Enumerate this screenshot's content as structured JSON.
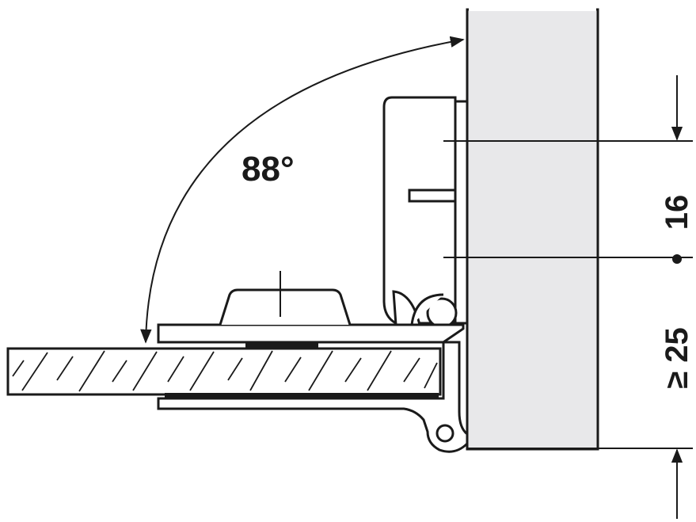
{
  "diagram": {
    "angle_label": "88°",
    "dim_top": "16",
    "dim_bottom": "≥ 25",
    "colors": {
      "line": "#1a1a1a",
      "panel_fill": "#e8e8ea",
      "glass_fill": "#ffffff",
      "background": "#ffffff"
    }
  }
}
